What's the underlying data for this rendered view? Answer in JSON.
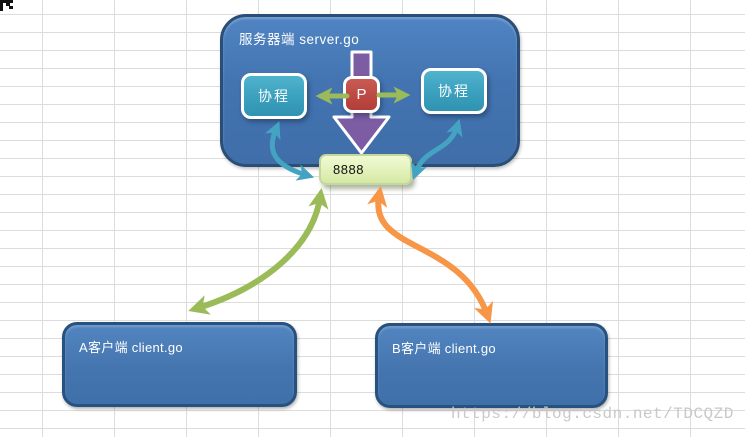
{
  "diagram": {
    "server": {
      "title": "服务器端  server.go",
      "coroutine_left": "协程",
      "coroutine_right": "协程",
      "processor": "P"
    },
    "port": {
      "label": "8888"
    },
    "clients": [
      {
        "label": "A客户端 client.go"
      },
      {
        "label": "B客户端 client.go"
      }
    ]
  },
  "colors": {
    "server_fill": "#4374B1",
    "server_border": "#2B4E77",
    "client_fill": "#4575AF",
    "coroutine_fill": "#3BA0BD",
    "processor_fill": "#BC4743",
    "port_fill": "#E3F2BC",
    "arrow_green": "#9BBB59",
    "arrow_teal": "#44A3C2",
    "arrow_orange": "#F79646",
    "arrow_purple": "#7C5CA2",
    "grid_line": "#DCDCDC"
  },
  "watermark": {
    "text": "https://blog.csdn.net/TDCQZD"
  }
}
